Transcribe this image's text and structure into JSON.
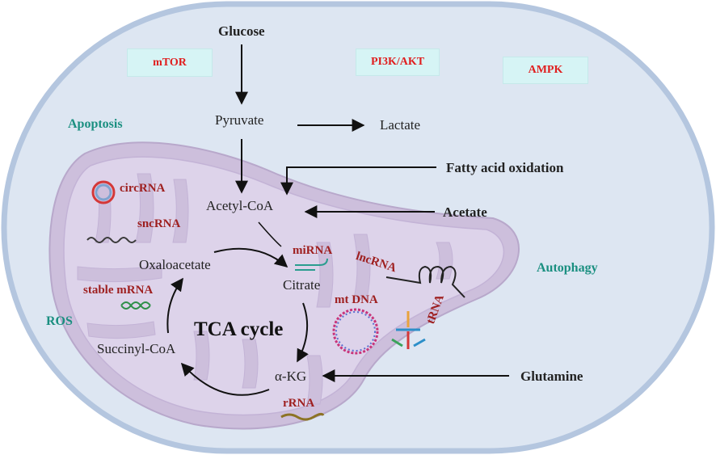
{
  "metabolites": {
    "glucose": "Glucose",
    "pyruvate": "Pyruvate",
    "lactate": "Lactate",
    "fatty_acid_oxidation": "Fatty acid oxidation",
    "acetyl_coa": "Acetyl-CoA",
    "acetate": "Acetate",
    "oxaloacetate": "Oxaloacetate",
    "citrate": "Citrate",
    "succinyl_coa": "Succinyl-CoA",
    "alpha_kg": "α-KG",
    "glutamine": "Glutamine",
    "tca_cycle": "TCA cycle"
  },
  "signaling": {
    "mtor": "mTOR",
    "pi3k_akt": "PI3K/AKT",
    "ampk": "AMPK"
  },
  "processes": {
    "apoptosis": "Apoptosis",
    "autophagy": "Autophagy",
    "ros": "ROS"
  },
  "rnas": {
    "circrna": "circRNA",
    "sncrna": "sncRNA",
    "stable_mrna": "stable mRNA",
    "mirna": "miRNA",
    "lncrna": "lncRNA",
    "mt_dna": "mt DNA",
    "trna": "tRNA",
    "rrna": "rRNA"
  },
  "colors": {
    "cell_fill": "#dde6f2",
    "cell_border": "#b4c6df",
    "mito_outer": "#cdbfdc",
    "mito_inner": "#ddd3ea",
    "signal_box": "#d6f4f5",
    "signal_text": "#e01e1e",
    "process_text": "#1a8f80",
    "rna_text": "#9e1f1f"
  }
}
